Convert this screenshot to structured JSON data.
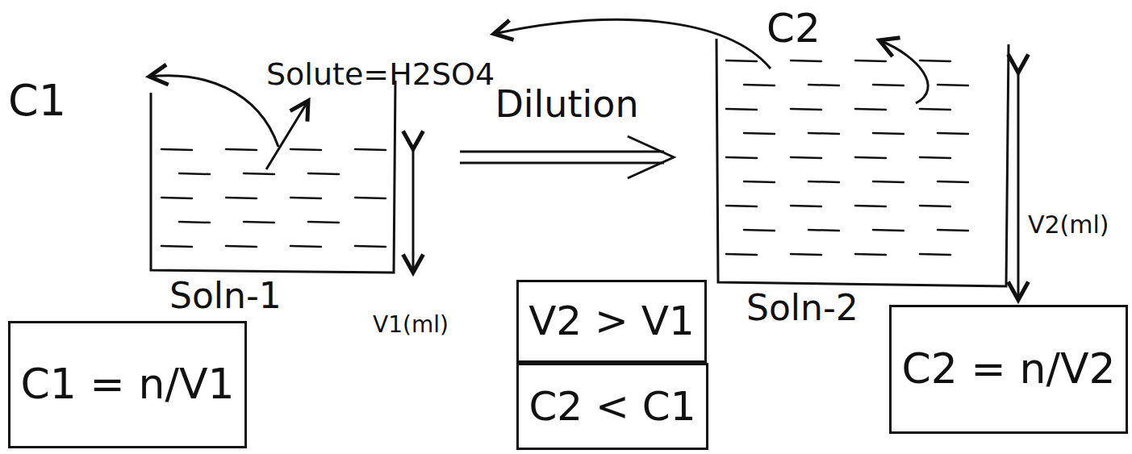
{
  "diagram": {
    "nodes": [
      {
        "text": [
          "Soln-1"
        ]
      },
      {
        "text": [
          "Soln-2"
        ]
      },
      {
        "text": [
          "C1 = n/V1"
        ]
      },
      {
        "text": [
          "V2 > V1"
        ]
      },
      {
        "text": [
          "C2 < C1"
        ]
      },
      {
        "text": [
          "C2 = n/V2"
        ]
      }
    ],
    "edges": [
      {
        "from": 0,
        "to": 1,
        "arrow": "to",
        "label": "Dilution"
      }
    ],
    "labels": [
      "C1",
      "Solute=H2SO4",
      "C2",
      "V1(ml)",
      "V2(ml)"
    ]
  }
}
